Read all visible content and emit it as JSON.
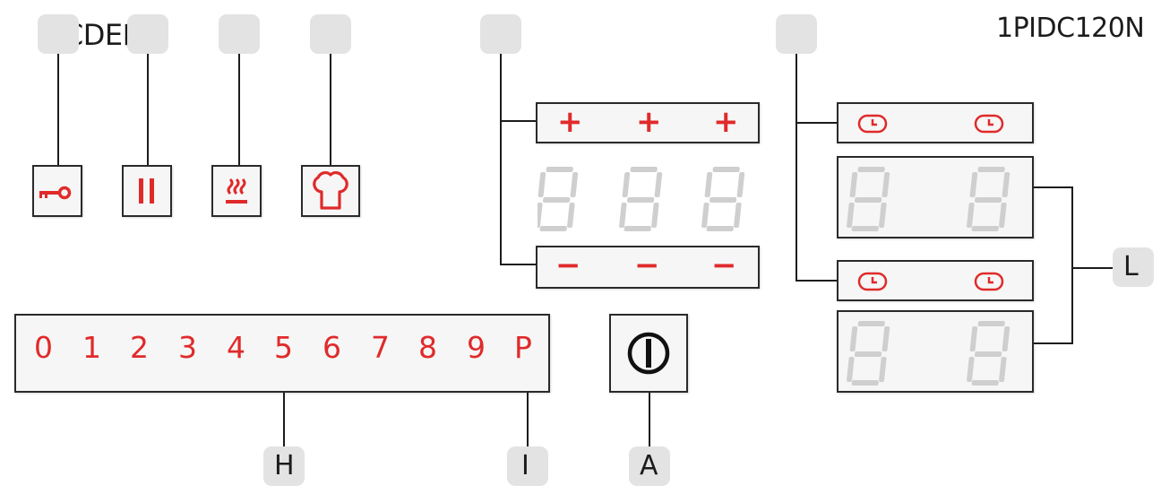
{
  "model": "1PIDC120N",
  "top_labels": "BCDEFG",
  "scale": [
    "0",
    "1",
    "2",
    "3",
    "4",
    "5",
    "6",
    "7",
    "8",
    "9",
    "P"
  ],
  "callouts": {
    "h": "H",
    "i": "I",
    "a": "A",
    "l": "L"
  },
  "symbols": {
    "plus": "+",
    "minus": "−"
  },
  "digit_glyph": "8",
  "colors": {
    "accent": "#e02a2a",
    "segment_off": "#cfcfcf",
    "line": "#1c1c1c"
  },
  "icons": [
    "key-lock-icon",
    "pause-icon",
    "keep-warm-icon",
    "chef-hat-icon",
    "power-icon",
    "timer-clock-icon"
  ]
}
